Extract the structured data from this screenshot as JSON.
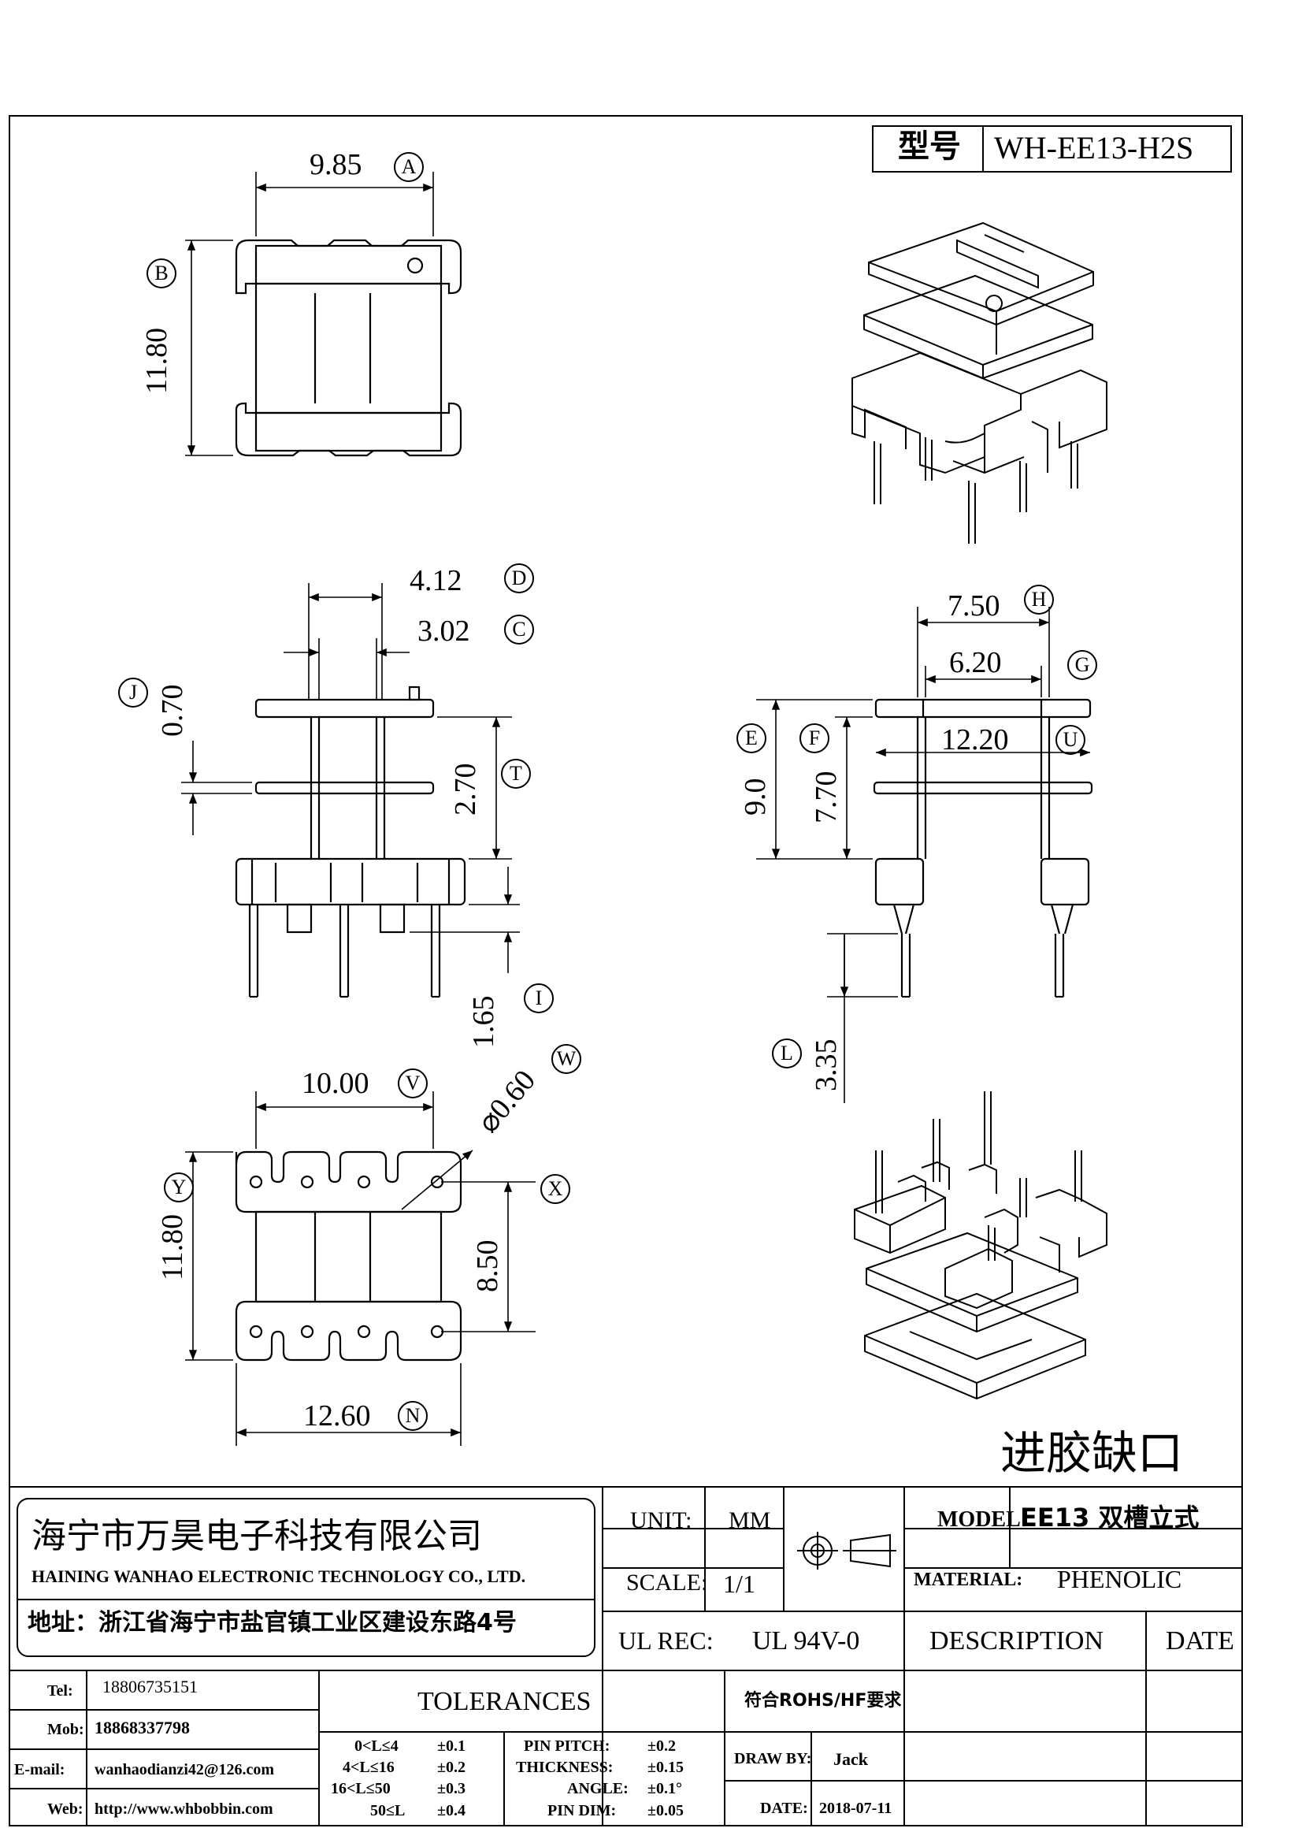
{
  "model_box": {
    "label": "型号",
    "value": "WH-EE13-H2S"
  },
  "dims": {
    "A": "9.85",
    "B": "11.80",
    "D": "4.12",
    "C": "3.02",
    "J": "0.70",
    "T": "2.70",
    "I": "1.65",
    "H": "7.50",
    "G": "6.20",
    "E": "9.0",
    "F": "7.70",
    "U": "12.20",
    "L": "3.35",
    "V": "10.00",
    "W": "⌀0.60",
    "Y": "11.80",
    "X8": "8.50",
    "N": "12.60"
  },
  "letters": {
    "A": "A",
    "B": "B",
    "C": "C",
    "D": "D",
    "E": "E",
    "F": "F",
    "G": "G",
    "H": "H",
    "I": "I",
    "J": "J",
    "L": "L",
    "N": "N",
    "T": "T",
    "U": "U",
    "V": "V",
    "W": "W",
    "X": "X",
    "Y": "Y"
  },
  "note_gate": "进胶缺口",
  "company": {
    "name_cn": "海宁市万昊电子科技有限公司",
    "name_en": "HAINING WANHAO ELECTRONIC TECHNOLOGY CO., LTD.",
    "address": "地址：浙江省海宁市盐官镇工业区建设东路4号"
  },
  "title_block": {
    "unit_label": "UNIT:",
    "unit_value": "MM",
    "scale_label": "SCALE:",
    "scale_value": "1/1",
    "ulrec_label": "UL REC:",
    "ulrec_value": "UL 94V-0",
    "model_label": "MODEL:",
    "model_value": "EE13 双槽立式",
    "material_label": "MATERIAL:",
    "material_value": "PHENOLIC",
    "description_label": "DESCRIPTION",
    "date_label": "DATE"
  },
  "contact": {
    "tel_label": "Tel:",
    "tel": "18806735151",
    "mob_label": "Mob:",
    "mob": "18868337798",
    "email_label": "E-mail:",
    "email": "wanhaodianzi42@126.com",
    "web_label": "Web:",
    "web": "http://www.whbobbin.com"
  },
  "tolerances": {
    "title": "TOLERANCES",
    "ranges": [
      {
        "range": "0<L≤4",
        "tol": "±0.1"
      },
      {
        "range": "4<L≤16",
        "tol": "±0.2"
      },
      {
        "range": "16<L≤50",
        "tol": "±0.3"
      },
      {
        "range": "50≤L",
        "tol": "±0.4"
      }
    ],
    "others": [
      {
        "label": "PIN PITCH:",
        "tol": "±0.2"
      },
      {
        "label": "THICKNESS:",
        "tol": "±0.15"
      },
      {
        "label": "ANGLE:",
        "tol": "±0.1°"
      },
      {
        "label": "PIN DIM:",
        "tol": "±0.05"
      }
    ]
  },
  "compliance": "符合ROHS/HF要求",
  "draw_by_label": "DRAW BY:",
  "draw_by": "Jack",
  "date_row_label": "DATE:",
  "date_value": "2018-07-11"
}
